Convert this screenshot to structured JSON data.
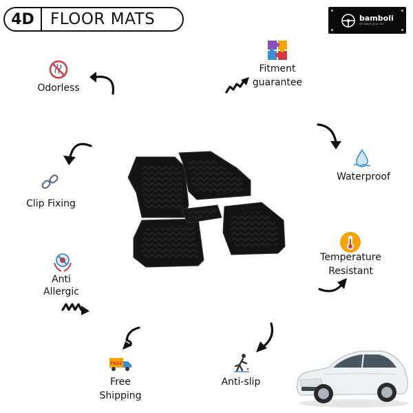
{
  "header": {
    "badge_number": "4D",
    "badge_title": "FLOOR MATS"
  },
  "brand": {
    "name": "bamboli",
    "tagline": "all about your car"
  },
  "features": {
    "odorless": "Odorless",
    "fitment_line1": "Fitment",
    "fitment_line2": "guarantee",
    "waterproof": "Waterproof",
    "clip_fixing": "Clip Fixing",
    "temperature_line1": "Temperature",
    "temperature_line2": "Resistant",
    "anti_line1": "Anti",
    "anti_line2": "Allergic",
    "free_line1": "Free",
    "free_line2": "Shipping",
    "anti_slip": "Anti-slip",
    "free_truck_text": "FREE"
  },
  "colors": {
    "text": "#111111",
    "mat": "#141414",
    "accent_red": "#d9363e",
    "accent_blue": "#3a8fd6",
    "accent_orange": "#f4a300"
  }
}
